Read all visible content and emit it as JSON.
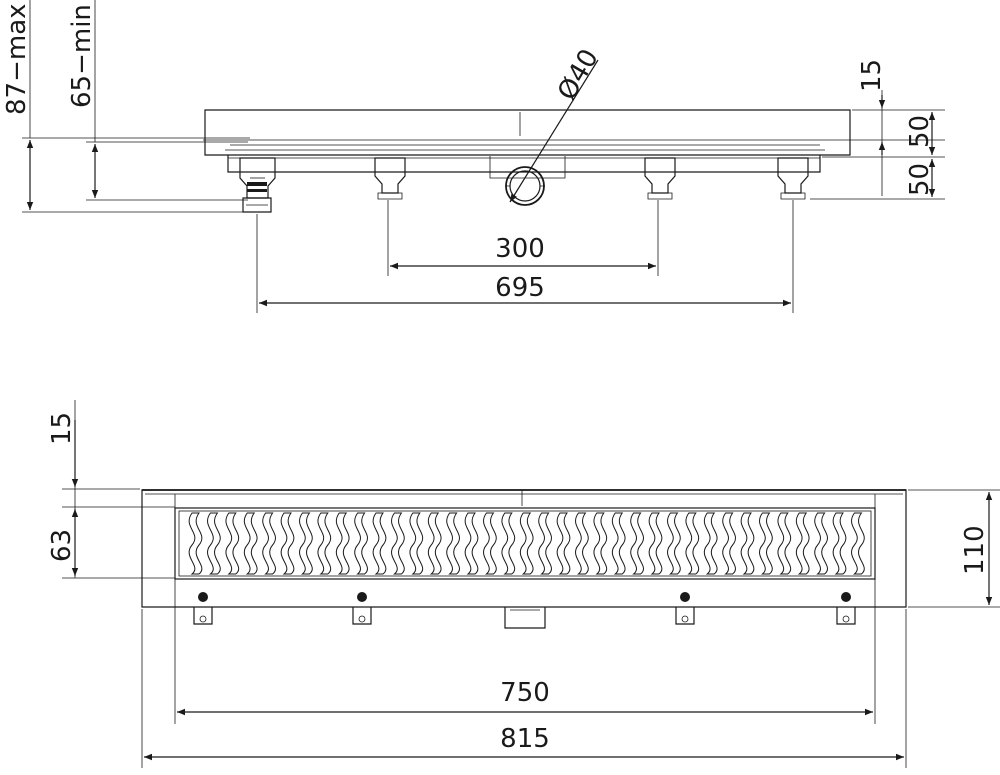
{
  "side_view": {
    "dims": {
      "adj_max": "87−max",
      "adj_min": "65−min",
      "pipe": "Ø40",
      "grate": "15",
      "body": "50",
      "feet": "50",
      "inner_feet": "300",
      "outer_feet": "695"
    }
  },
  "top_view": {
    "dims": {
      "edge": "15",
      "grate_width": "63",
      "total_width": "110",
      "grate_length": "750",
      "total_length": "815"
    }
  }
}
